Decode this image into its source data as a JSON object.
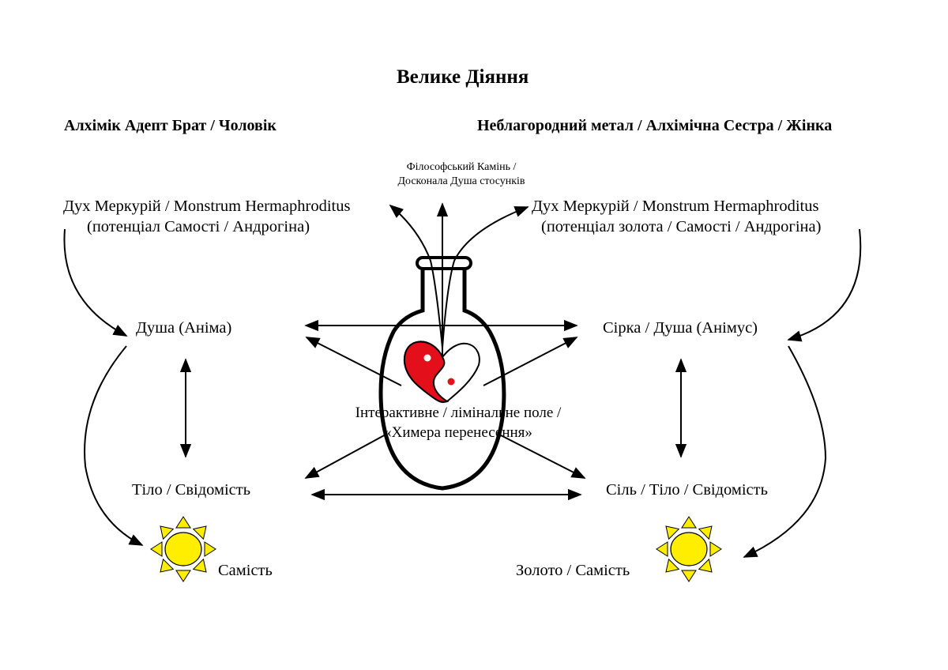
{
  "title": "Велике Діяння",
  "left_column": {
    "heading": "Алхімік Адепт Брат / Чоловік",
    "spirit_line1": "Дух Меркурій / Monstrum Hermaphroditus",
    "spirit_line2": "(потенціал Самості / Андрогіна)",
    "soul": "Душа (Аніма)",
    "body": "Тіло / Свідомість",
    "self": "Самість"
  },
  "right_column": {
    "heading": "Неблагородний метал / Алхімічна Сестра / Жінка",
    "spirit_line1": "Дух Меркурій / Monstrum Hermaphroditus",
    "spirit_line2": "(потенціал золота / Самості / Андрогіна)",
    "soul": "Сірка / Душа (Анімус)",
    "body": "Сіль / Тіло / Свідомість",
    "self": "Золото / Самість"
  },
  "center": {
    "stone_line1": "Філософський Камінь /",
    "stone_line2": "Досконала Душа стосунків",
    "field_line1": "Інтерактивне / лімінальне поле /",
    "field_line2": "«Химера перенесення»"
  },
  "icons": {
    "vessel": "alchemical-flask-icon",
    "heart": "yin-yang-heart-icon",
    "sun": "sun-icon"
  },
  "colors": {
    "heart_red": "#e3101c",
    "sun_yellow": "#ffee00",
    "stroke": "#000000",
    "background": "#ffffff"
  }
}
